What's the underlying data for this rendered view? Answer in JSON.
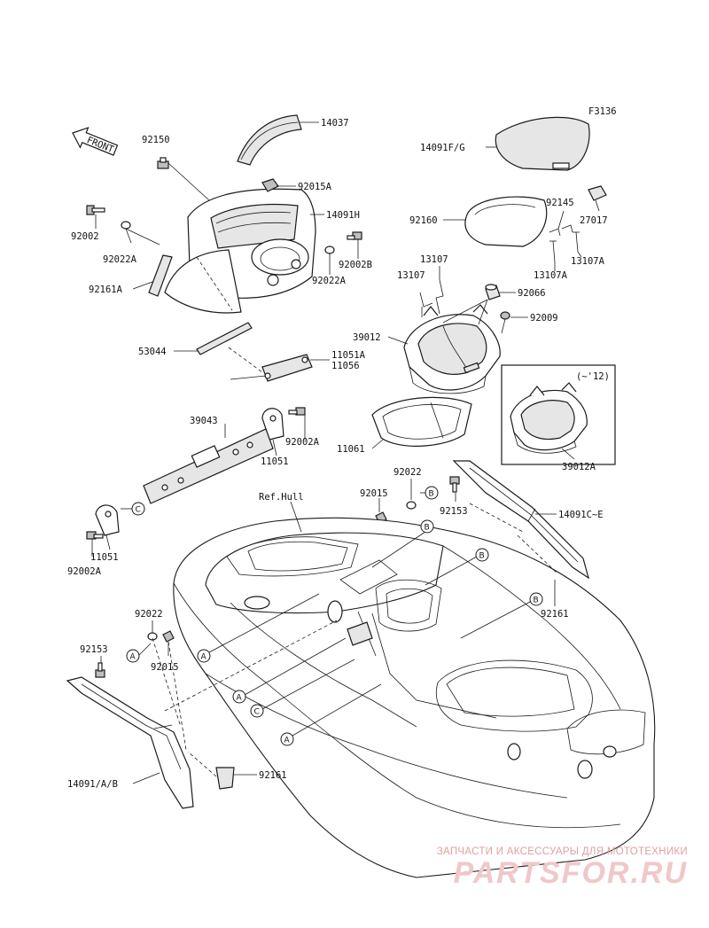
{
  "figure_code": "F3136",
  "front_arrow_label": "FRONT",
  "ref_hull_label": "Ref.Hull",
  "range_note": "(~'12)",
  "callouts": {
    "A": "A",
    "B": "B",
    "C": "C"
  },
  "part_labels": {
    "p14037": "14037",
    "p92150": "92150",
    "p92015A": "92015A",
    "p14091H": "14091H",
    "p92002_top": "92002",
    "p92022A_left": "92022A",
    "p92002B": "92002B",
    "p92022A_right": "92022A",
    "p92161A": "92161A",
    "p53044": "53044",
    "p11051A": "11051A",
    "p11056": "11056",
    "p39043": "39043",
    "p92002A_top": "92002A",
    "p11051_top": "11051",
    "p11051_bottom": "11051",
    "p92002A_bottom": "92002A",
    "p14091FG": "14091F/G",
    "p92160": "92160",
    "p92145": "92145",
    "p27017": "27017",
    "p13107_a": "13107",
    "p13107_b": "13107",
    "p13107A_a": "13107A",
    "p13107A_b": "13107A",
    "p92066": "92066",
    "p92009": "92009",
    "p39012": "39012",
    "p39012A": "39012A",
    "p11061": "11061",
    "p92022_mid": "92022",
    "p92015_mid": "92015",
    "p92153_mid": "92153",
    "p14091CE": "14091C~E",
    "p92161_right": "92161",
    "p92022_low": "92022",
    "p92153_low": "92153",
    "p92015_low": "92015",
    "p92161_low": "92161",
    "p14091AB": "14091/A/B"
  },
  "watermark": {
    "subtitle": "ЗАПЧАСТИ И АКСЕССУАРЫ ДЛЯ МОТОТЕХНИКИ",
    "brand": "PARTSFOR.RU"
  },
  "colors": {
    "line": "#1a1a1a",
    "watermark": "#f0c8c8",
    "background": "#ffffff"
  }
}
